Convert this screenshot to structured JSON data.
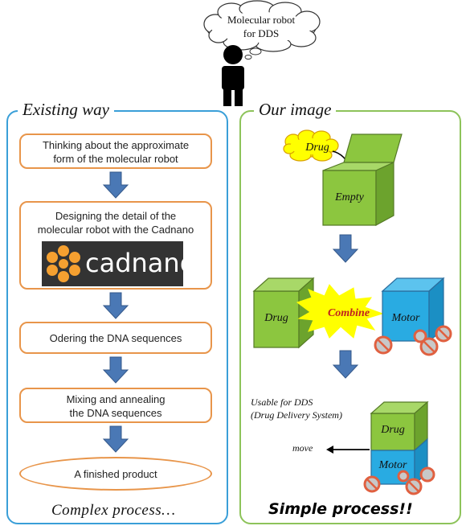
{
  "thought": {
    "text_line1": "Molecular robot",
    "text_line2": "for DDS"
  },
  "left_panel": {
    "title": "Existing way",
    "steps": [
      {
        "line1": "Thinking about the approximate",
        "line2": "form of the molecular robot"
      },
      {
        "line1": "Designing  the detail of the",
        "line2": "molecular robot with the Cadnano"
      },
      {
        "line1": "Odering the DNA sequences",
        "line2": ""
      },
      {
        "line1": "Mixing and annealing",
        "line2": "the DNA sequences"
      },
      {
        "line1": "A finished product",
        "line2": ""
      }
    ],
    "logo_text": "cadnano",
    "footer": "Complex process…"
  },
  "right_panel": {
    "title": "Our image",
    "drug_cloud": "Drug",
    "empty_box": "Empty",
    "drug_box": "Drug",
    "combine": "Combine",
    "motor": "Motor",
    "usable_line1": "Usable for DDS",
    "usable_line2": "(Drug Delivery System)",
    "move": "move",
    "final_drug": "Drug",
    "final_motor": "Motor",
    "footer": "Simple process!!"
  },
  "colors": {
    "left_border": "#3a9fd8",
    "right_border": "#8dc35a",
    "step_border": "#e8954a",
    "arrow": "#4a78b5",
    "green_box": "#8cc63f",
    "blue_box": "#29abe2",
    "yellow_burst": "#ffff00",
    "wheel": "#e06040"
  }
}
